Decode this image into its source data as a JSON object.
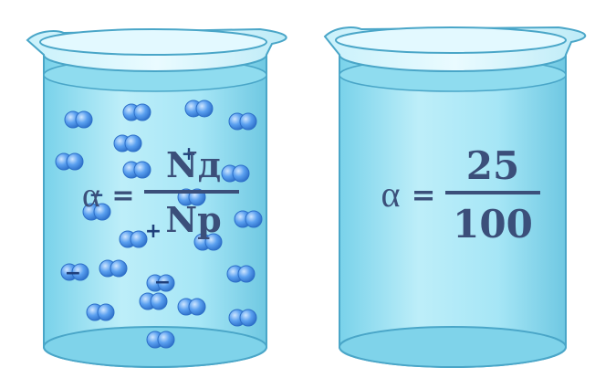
{
  "colors": {
    "glass": "#9fe3f4",
    "glass_light": "#d2f4fb",
    "glass_dark": "#6ec9e3",
    "outline": "#4aa6c8",
    "ink": "#3b4f7a",
    "particle": "#5aa0f0",
    "particle_dark": "#2d6fc8"
  },
  "left_beaker": {
    "formula": {
      "symbol": "α",
      "equals": "=",
      "numerator": "Nд",
      "denominator": "Nр"
    },
    "ion_marks": [
      "−",
      "+",
      "+",
      "−",
      "−"
    ]
  },
  "right_beaker": {
    "formula": {
      "symbol": "α",
      "equals": "=",
      "numerator": "25",
      "denominator": "100"
    }
  }
}
